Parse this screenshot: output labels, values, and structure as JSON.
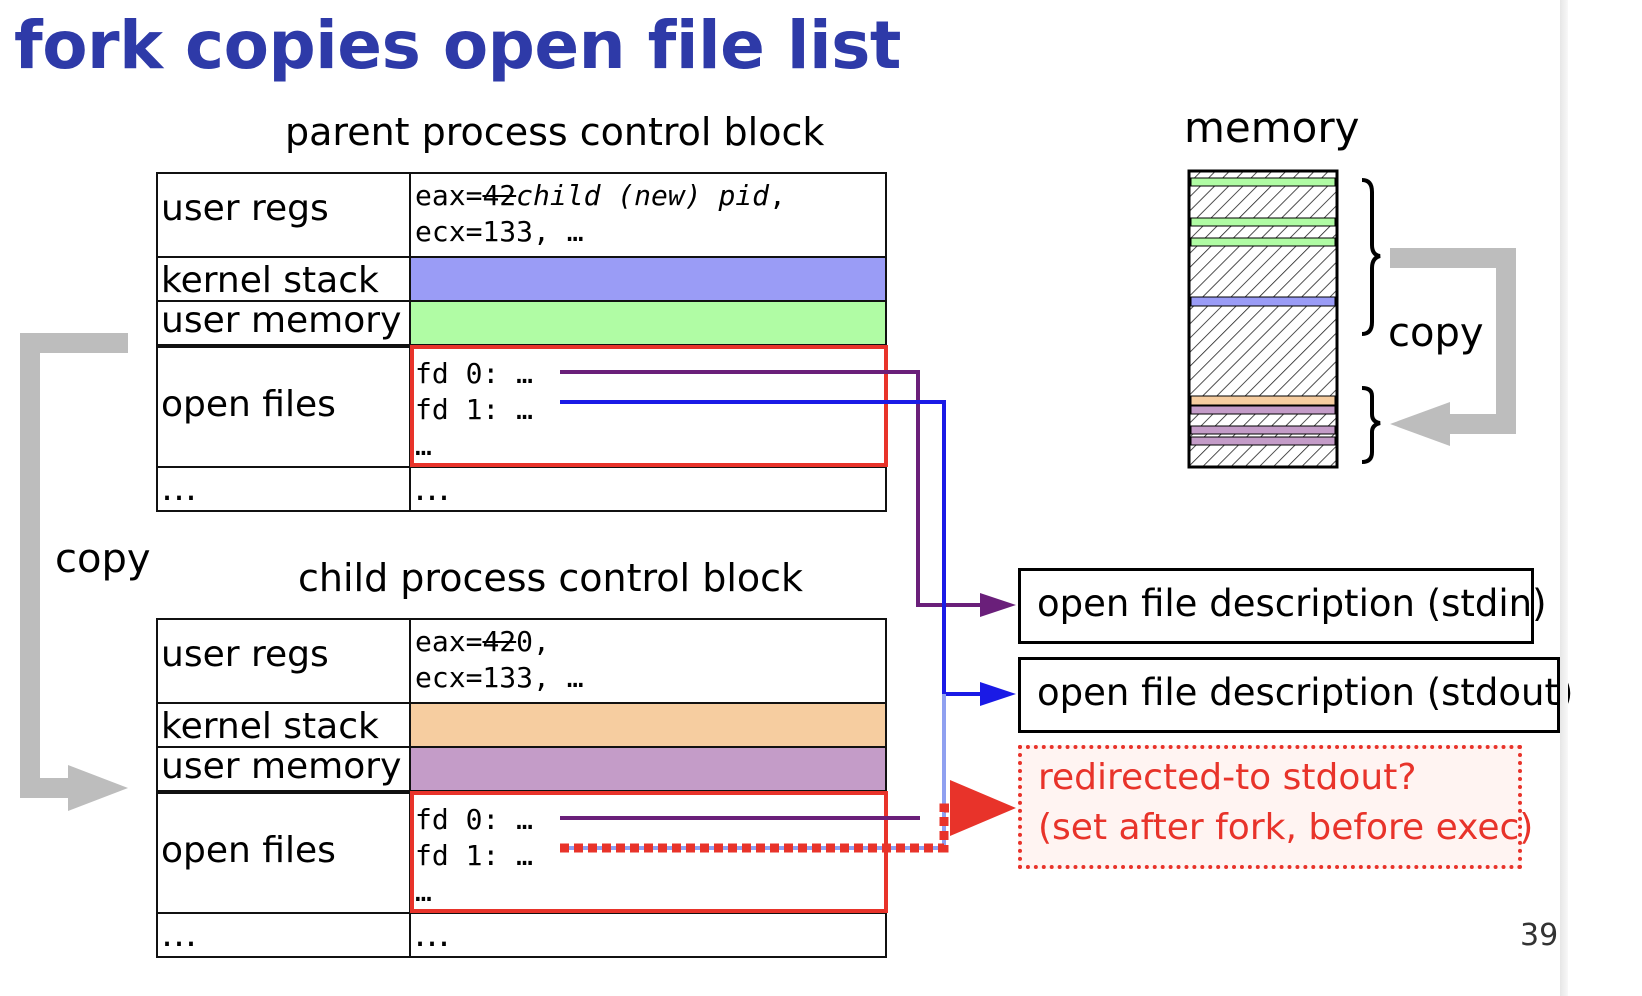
{
  "title": "fork copies open file list",
  "parent": {
    "heading": "parent process control block",
    "rows": {
      "user_regs": "user regs",
      "kernel_stack": "kernel stack",
      "user_memory": "user memory",
      "open_files": "open files",
      "more": "…"
    },
    "regs_line1_prefix": "eax=",
    "regs_line1_struck": "42",
    "regs_line1_italic": "child (new) pid",
    "regs_line1_suffix": ",",
    "regs_line2": "ecx=133, …",
    "fd0": "fd 0: …",
    "fd1": "fd 1: …",
    "fd_more": "…",
    "more_value": "…",
    "colors": {
      "kernel_stack": "#9a9cf6",
      "user_memory": "#b0fca4"
    }
  },
  "child": {
    "heading": "child process control block",
    "rows": {
      "user_regs": "user regs",
      "kernel_stack": "kernel stack",
      "user_memory": "user memory",
      "open_files": "open files",
      "more": "…"
    },
    "regs_line1_prefix": "eax=",
    "regs_line1_struck": "42",
    "regs_line1_new": "0",
    "regs_line1_suffix": ",",
    "regs_line2": "ecx=133, …",
    "fd0": "fd 0: …",
    "fd1": "fd 1: …",
    "fd_more": "…",
    "more_value": "…",
    "colors": {
      "kernel_stack": "#f6cda0",
      "user_memory": "#c49cc8"
    }
  },
  "copy_left": "copy",
  "copy_right": "copy",
  "memory": {
    "heading": "memory"
  },
  "file_descriptions": {
    "stdin": "open file description (stdin)",
    "stdout": "open file description (stdout)"
  },
  "redirect": {
    "line1": "redirected-to stdout?",
    "line2": "(set after fork, before exec)"
  },
  "page_number": "39",
  "colors": {
    "title": "#2e3aa8",
    "red": "#e8332a",
    "purple": "#6a1f7a",
    "blue": "#1a1ae6",
    "light_blue": "#8fa0f0",
    "gray_arrow": "#bdbdbd"
  }
}
